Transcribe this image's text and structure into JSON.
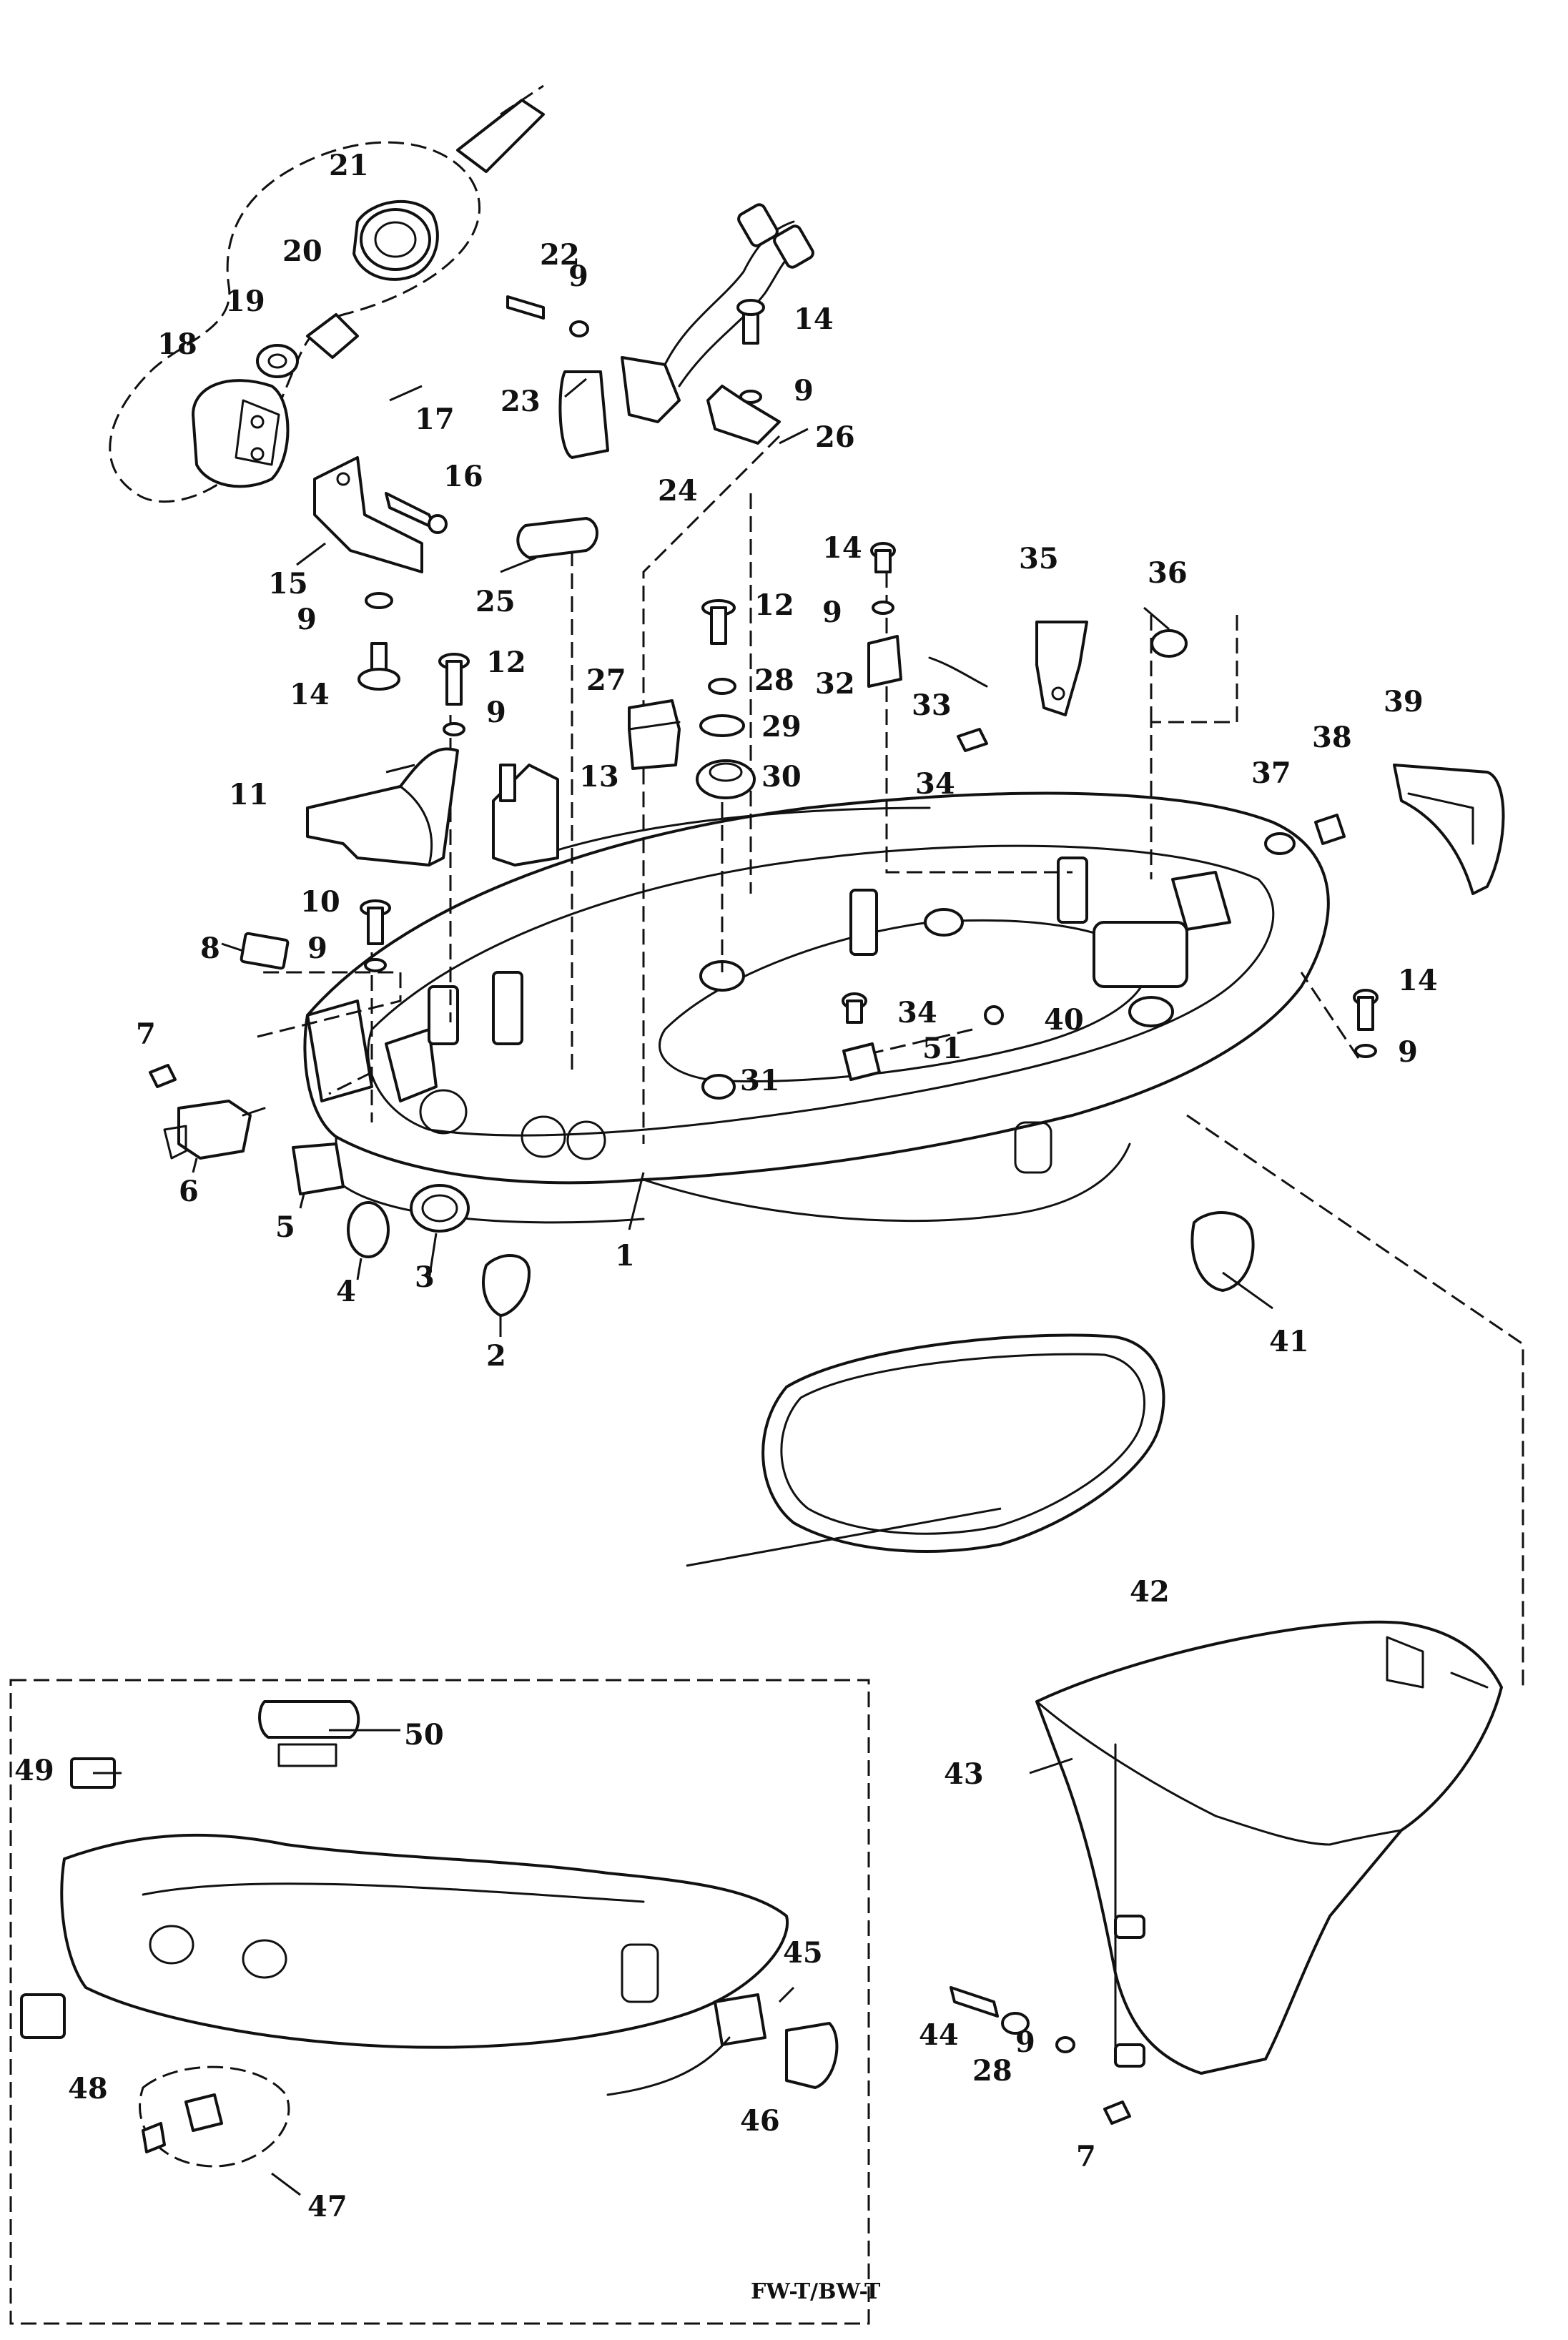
{
  "callouts": {
    "c1": "1",
    "c2": "2",
    "c3": "3",
    "c4": "4",
    "c5": "5",
    "c6": "6",
    "c7a": "7",
    "c7b": "7",
    "c8": "8",
    "c9a": "9",
    "c9b": "9",
    "c9c": "9",
    "c9d": "9",
    "c9e": "9",
    "c9f": "9",
    "c9g": "9",
    "c9h": "9",
    "c10": "10",
    "c11": "11",
    "c12a": "12",
    "c12b": "12",
    "c13": "13",
    "c14a": "14",
    "c14b": "14",
    "c14c": "14",
    "c14d": "14",
    "c15": "15",
    "c16": "16",
    "c17": "17",
    "c18": "18",
    "c19": "19",
    "c20": "20",
    "c21": "21",
    "c22": "22",
    "c23": "23",
    "c24": "24",
    "c25": "25",
    "c26": "26",
    "c27": "27",
    "c28a": "28",
    "c28b": "28",
    "c29": "29",
    "c30": "30",
    "c31": "31",
    "c32": "32",
    "c33": "33",
    "c34a": "34",
    "c34b": "34",
    "c35": "35",
    "c36": "36",
    "c37": "37",
    "c38": "38",
    "c39": "39",
    "c40": "40",
    "c41": "41",
    "c42": "42",
    "c43": "43",
    "c44": "44",
    "c45": "45",
    "c46": "46",
    "c47": "47",
    "c48": "48",
    "c49": "49",
    "c50": "50",
    "c51": "51"
  },
  "inset": {
    "model_tag": "FW-T/BW-T"
  }
}
